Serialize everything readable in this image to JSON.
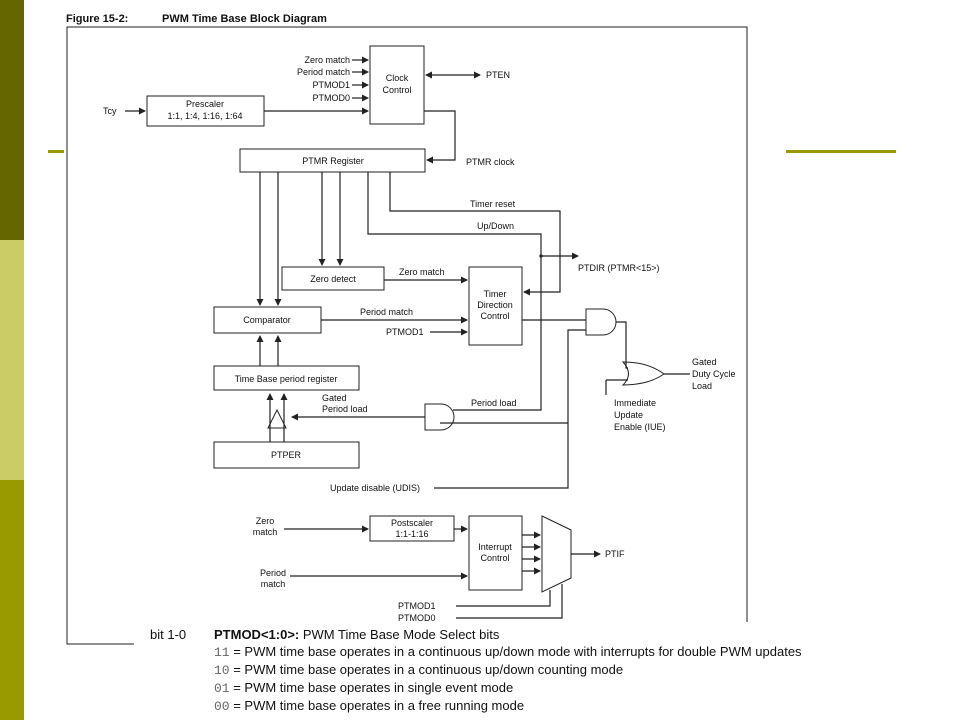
{
  "figure": {
    "number": "Figure 15-2:",
    "title": "PWM Time Base Block Diagram"
  },
  "colors": {
    "bar_dark": "#666600",
    "bar_light": "#cccc66",
    "bar_mid": "#999900",
    "accent_line": "#999900"
  },
  "blocks": {
    "clock_control": [
      "Clock",
      "Control"
    ],
    "prescaler": [
      "Prescaler",
      "1:1, 1:4, 1:16, 1:64"
    ],
    "ptmr_register": "PTMR Register",
    "zero_detect": "Zero detect",
    "comparator": "Comparator",
    "timer_direction_control": [
      "Timer",
      "Direction",
      "Control"
    ],
    "period_register": "Time Base period register",
    "ptper": "PTPER",
    "postscaler": [
      "Postscaler",
      "1:1-1:16"
    ],
    "interrupt_control": [
      "Interrupt",
      "Control"
    ]
  },
  "signals": {
    "zero_match": "Zero match",
    "period_match": "Period match",
    "ptmod1": "PTMOD1",
    "ptmod0": "PTMOD0",
    "ptmod1_b": "PTMOD1",
    "ptmod0_b": "PTMOD0",
    "tcy": "Tcy",
    "pten": "PTEN",
    "ptmr_clock": "PTMR clock",
    "timer_reset": "Timer reset",
    "up_down": "Up/Down",
    "ptdir": "PTDIR (PTMR<15>)",
    "zero_match_2": "Zero match",
    "period_match_2": "Period match",
    "ptmod1_2": "PTMOD1",
    "gated_duty": [
      "Gated",
      "Duty Cycle",
      "Load"
    ],
    "iue": [
      "Immediate",
      "Update",
      "Enable (IUE)"
    ],
    "gated_period": [
      "Gated",
      "Period load"
    ],
    "period_load": "Period load",
    "udis": "Update disable (UDIS)",
    "zero_match_3": [
      "Zero",
      "match"
    ],
    "period_match_3": [
      "Period",
      "match"
    ],
    "ptif": "PTIF"
  },
  "bits": {
    "label": "bit 1-0",
    "name": "PTMOD<1:0>:",
    "desc": " PWM Time Base Mode Select bits",
    "items": [
      {
        "code": "11",
        "text": " = PWM time base operates in a continuous up/down mode with interrupts for double PWM updates"
      },
      {
        "code": "10",
        "text": " = PWM time base operates in a continuous up/down counting mode"
      },
      {
        "code": "01",
        "text": " = PWM time base operates in single event mode"
      },
      {
        "code": "00",
        "text": " = PWM time base operates in a free running mode"
      }
    ]
  }
}
